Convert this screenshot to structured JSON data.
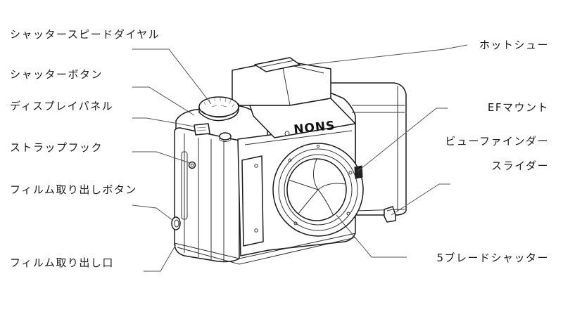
{
  "diagram": {
    "brand": "NONS",
    "labels": {
      "shutter_speed_dial": "シャッタースピードダイヤル",
      "shutter_button": "シャッターボタン",
      "display_panel": "ディスプレイパネル",
      "strap_hook": "ストラップフック",
      "film_release_button": "フィルム取り出しボタン",
      "film_exit": "フィルム取り出し口",
      "hot_shoe": "ホットシュー",
      "ef_mount": "EFマウント",
      "viewfinder_slider_line1": "ビューファインダー",
      "viewfinder_slider_line2": "スライダー",
      "five_blade_shutter": "5ブレードシャッター"
    }
  }
}
